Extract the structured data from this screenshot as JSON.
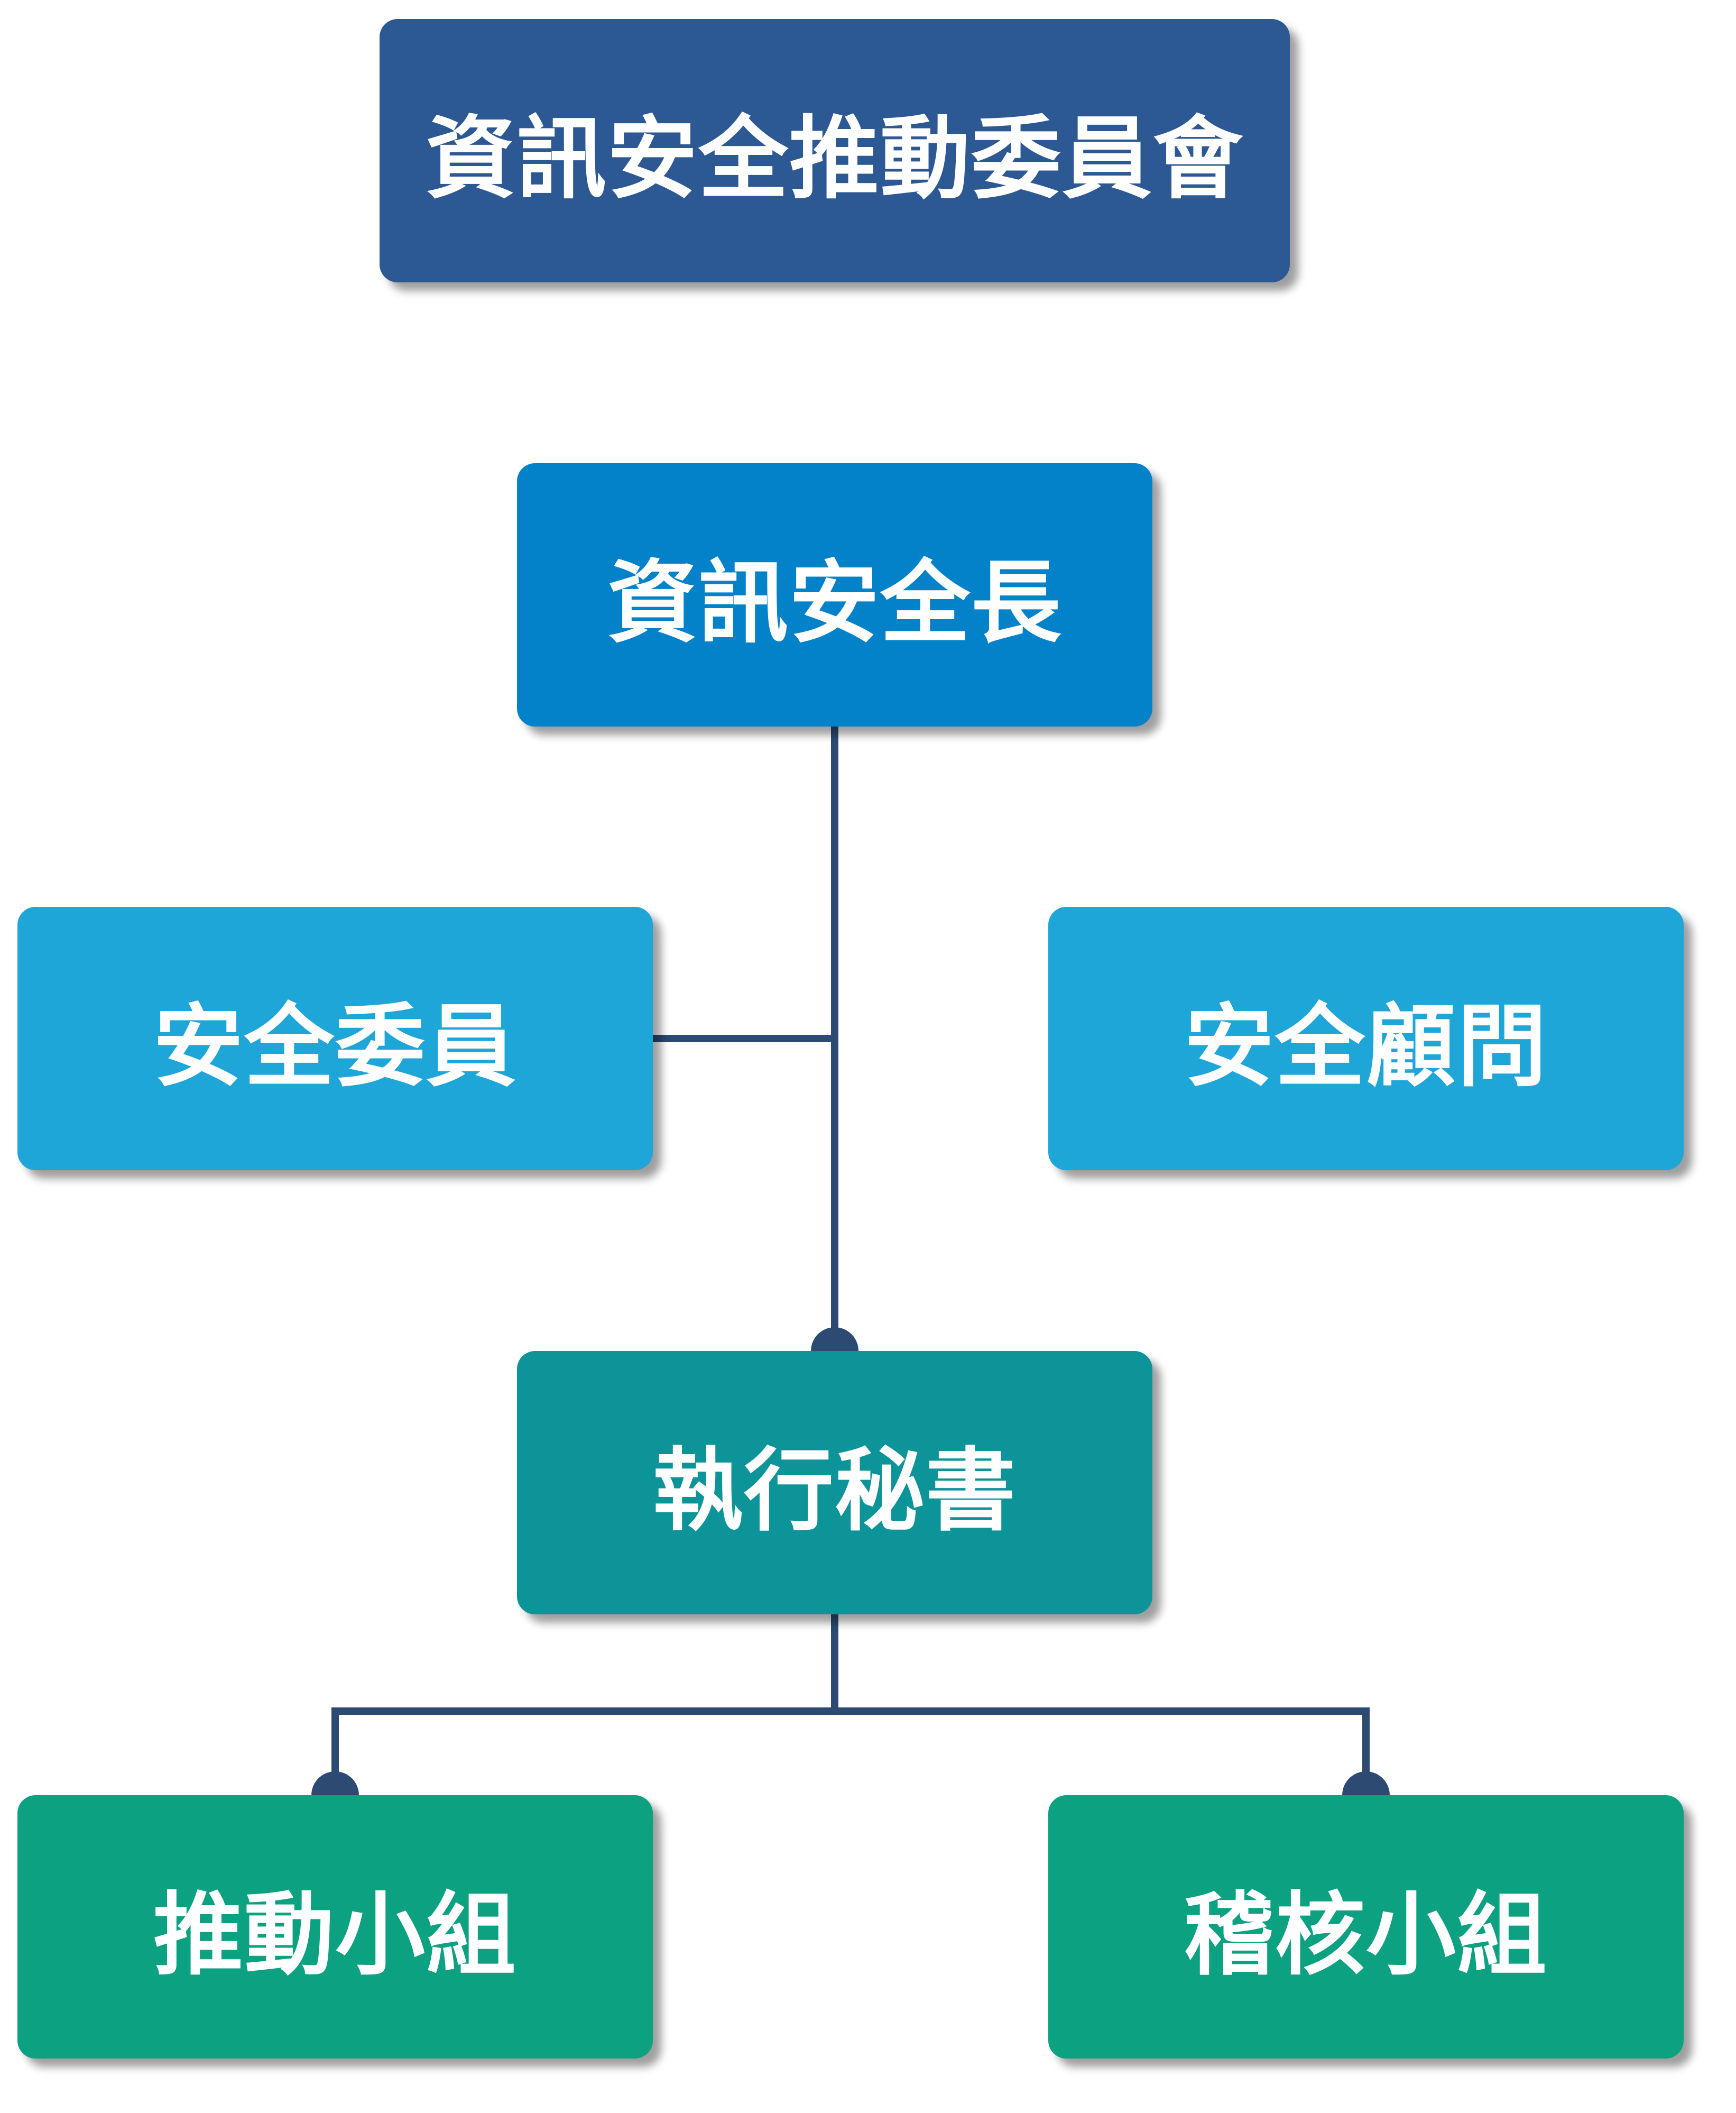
{
  "diagram": {
    "nodes": [
      {
        "id": "committee",
        "label": "資訊安全推動委員會",
        "color": "#2c5893"
      },
      {
        "id": "ciso",
        "label": "資訊安全長",
        "color": "#0382c9"
      },
      {
        "id": "members",
        "label": "安全委員",
        "color": "#1fa6d8"
      },
      {
        "id": "advisors",
        "label": "安全顧問",
        "color": "#1fa6d8"
      },
      {
        "id": "secretary",
        "label": "執行秘書",
        "color": "#0d9499"
      },
      {
        "id": "promote",
        "label": "推動小組",
        "color": "#0ca181"
      },
      {
        "id": "audit",
        "label": "稽核小組",
        "color": "#0ca181"
      }
    ],
    "edges": [
      {
        "from": "ciso",
        "to": "secretary"
      },
      {
        "from": "members",
        "to": "ciso"
      },
      {
        "from": "secretary",
        "to": "promote"
      },
      {
        "from": "secretary",
        "to": "audit"
      }
    ],
    "connector_color": "#2c4a72"
  }
}
